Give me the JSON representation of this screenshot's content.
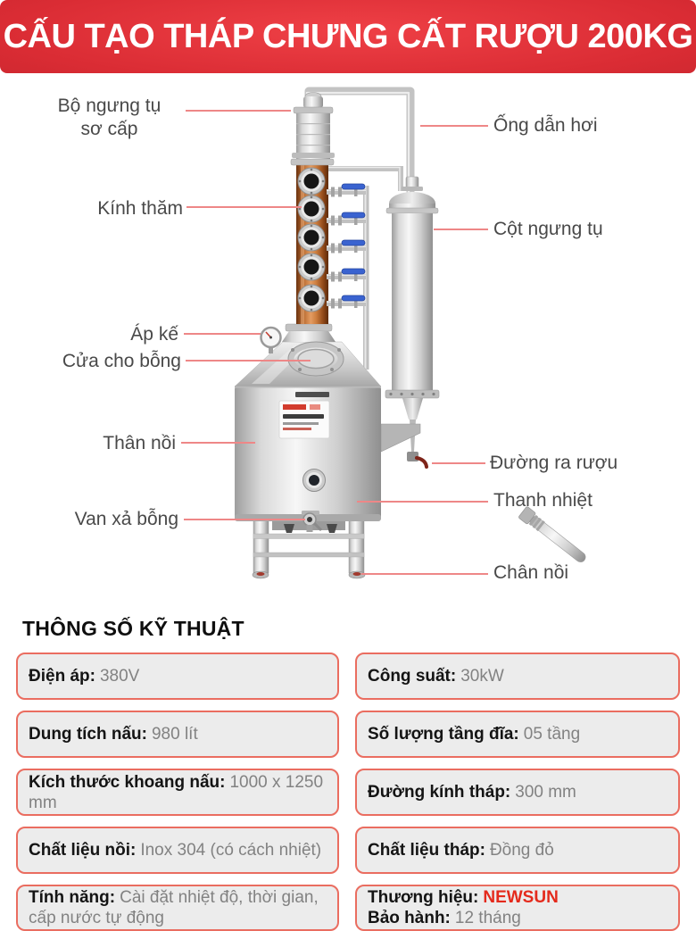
{
  "header": {
    "title": "CẤU TẠO THÁP CHƯNG CẤT RƯỢU 200KG"
  },
  "diagram": {
    "labels_left": [
      {
        "text": "Bộ ngưng tụ\nsơ cấp"
      },
      {
        "text": "Kính thăm"
      },
      {
        "text": "Áp kế"
      },
      {
        "text": "Cửa cho bỗng"
      },
      {
        "text": "Thân nồi"
      },
      {
        "text": "Van xả bỗng"
      }
    ],
    "labels_right": [
      {
        "text": "Ống dẫn hơi"
      },
      {
        "text": "Cột ngưng tụ"
      },
      {
        "text": "Đường ra rượu"
      },
      {
        "text": "Thanh nhiệt"
      },
      {
        "text": "Chân nồi"
      }
    ]
  },
  "specs": {
    "heading": "THÔNG SỐ KỸ THUẬT",
    "cells": [
      {
        "label": "Điện áp:",
        "value": "380V"
      },
      {
        "label": "Công suất:",
        "value": "30kW"
      },
      {
        "label": "Dung tích nấu:",
        "value": "980 lít"
      },
      {
        "label": "Số lượng tầng đĩa:",
        "value": "05 tầng"
      },
      {
        "label": "Kích thước khoang nấu:",
        "value": "1000 x 1250 mm"
      },
      {
        "label": "Đường kính tháp:",
        "value": "300 mm"
      },
      {
        "label": "Chất liệu nồi:",
        "value": "Inox 304 (có cách nhiệt)"
      },
      {
        "label": "Chất liệu tháp:",
        "value": "Đồng đỏ"
      },
      {
        "label": "Tính năng:",
        "value": "Cài đặt nhiệt độ, thời gian, cấp nước tự động"
      }
    ],
    "brand_cell": {
      "brand_label": "Thương hiệu:",
      "brand_value": "NEWSUN",
      "warranty_label": "Bảo hành:",
      "warranty_value": "12 tháng"
    }
  },
  "colors": {
    "banner_red": "#d2232a",
    "cell_border": "#ea6d60",
    "cell_bg": "#ececec",
    "brand_red": "#e42a1c",
    "leader_line": "#ee8787"
  }
}
